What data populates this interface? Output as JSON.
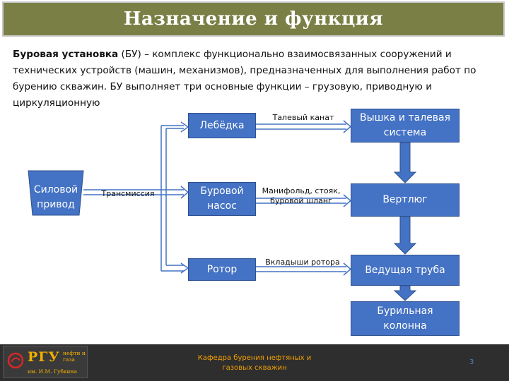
{
  "header": {
    "title": "Назначение и функция"
  },
  "intro": {
    "term": "Буровая установка",
    "text": " (БУ) – комплекс функционально взаимосвязанных сооружений и технических устройств (машин, механизмов), предназначенных для выполнения работ по бурению скважин. БУ выполняет три основные функции – грузовую, приводную и циркуляционную"
  },
  "diagram": {
    "power_drive": "Силовой привод",
    "transmission": "Трансмиссия",
    "winch": "Лебёдка",
    "mud_pump": "Буровой насос",
    "rotor": "Ротор",
    "line_hoist": "Талевый канат",
    "line_manifold": "Манифольд, стояк, буровой шланг",
    "line_rotor": "Вкладыши ротора",
    "derrick": "Вышка и талевая система",
    "swivel": "Вертлюг",
    "kelly": "Ведущая труба",
    "drill_string": "Бурильная колонна"
  },
  "colors": {
    "box": "#4472c4",
    "title_bar": "#7a8045",
    "footer": "#2e2e2e",
    "footer_text": "#f4a000"
  },
  "footer": {
    "logo": {
      "name": "РГУ",
      "side": "нефти и газа",
      "sub": "им. И.М. Губкина"
    },
    "department": "Кафедра бурения нефтяных и газовых скважин",
    "page_number": "3"
  }
}
